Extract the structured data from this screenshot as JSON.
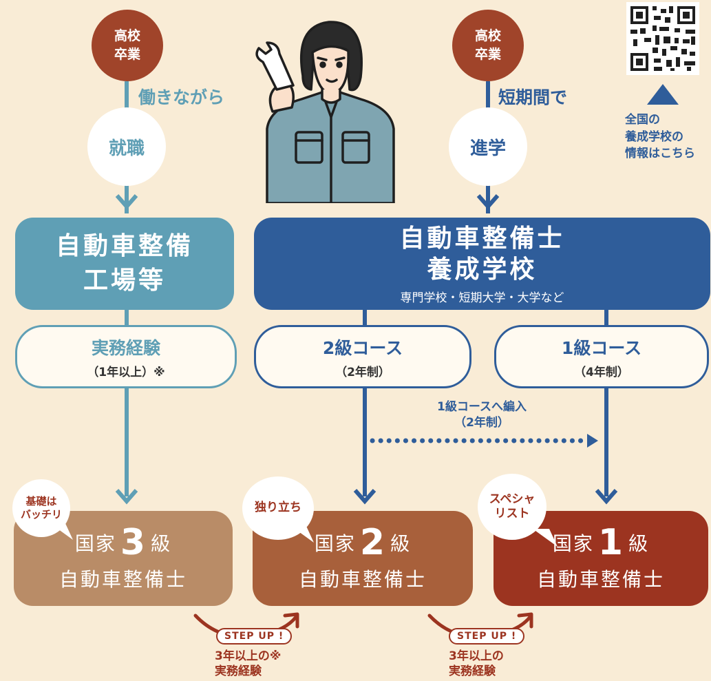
{
  "left": {
    "start": [
      "高校",
      "卒業"
    ],
    "path_label": "働きながら",
    "step": "就職",
    "workplace": [
      "自動車整備",
      "工場等"
    ],
    "experience": {
      "title": "実務経験",
      "sub": "（1年以上）※"
    }
  },
  "right": {
    "start": [
      "高校",
      "卒業"
    ],
    "path_label": "短期間で",
    "step": "進学",
    "school": {
      "lines": [
        "自動車整備士",
        "養成学校"
      ],
      "sub": "専門学校・短期大学・大学など"
    },
    "course2": {
      "title": "2級コース",
      "sub": "（2年制）"
    },
    "course1": {
      "title": "1級コース",
      "sub": "（4年制）"
    },
    "transfer": [
      "1級コースへ編入",
      "（2年制）"
    ]
  },
  "qr_caption": [
    "全国の",
    "養成学校の",
    "情報はこちら"
  ],
  "grades": [
    {
      "prefix": "国家",
      "num": "3",
      "suffix": "級",
      "line2": "自動車整備士",
      "bubble": [
        "基礎は",
        "バッチリ"
      ]
    },
    {
      "prefix": "国家",
      "num": "2",
      "suffix": "級",
      "line2": "自動車整備士",
      "bubble": [
        "独り立ち"
      ]
    },
    {
      "prefix": "国家",
      "num": "1",
      "suffix": "級",
      "line2": "自動車整備士",
      "bubble": [
        "スペシャ",
        "リスト"
      ]
    }
  ],
  "step_ups": [
    {
      "badge": "STEP UP !",
      "note": [
        "3年以上の※",
        "実務経験"
      ]
    },
    {
      "badge": "STEP UP !",
      "note": [
        "3年以上の",
        "実務経験"
      ]
    }
  ],
  "colors": {
    "background": "#f9ecd6",
    "teal": "#5f9fb5",
    "navy": "#2f5d9a",
    "grade3": "#b98c67",
    "grade2": "#a8603b",
    "grade1": "#9c3420"
  }
}
